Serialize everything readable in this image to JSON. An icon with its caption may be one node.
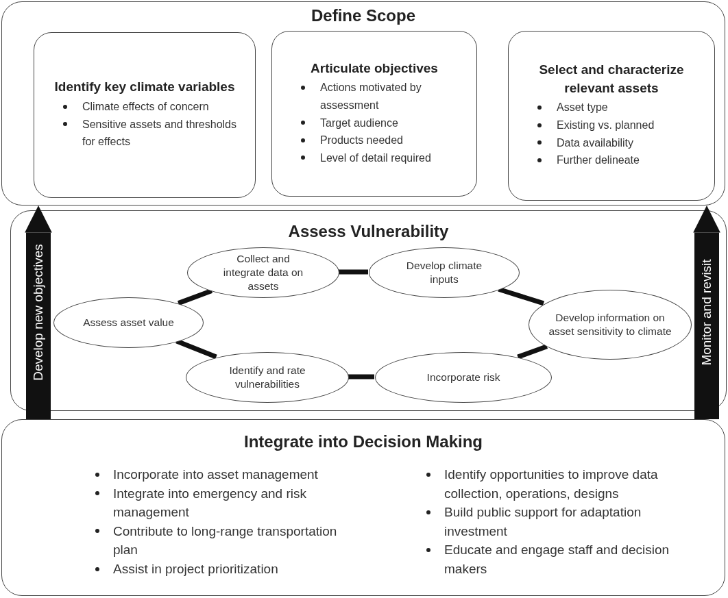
{
  "diagram": {
    "nodes": [
      {
        "text": [
          "Define Scope"
        ]
      },
      {
        "text": [
          "Identify key climate variables",
          "Climate effects of concern",
          "Sensitive assets and thresholds for effects"
        ],
        "in": 0
      },
      {
        "text": [
          "Articulate objectives",
          "Actions motivated by assessment",
          "Target audience",
          "Products needed",
          "Level of detail required"
        ],
        "in": 0
      },
      {
        "text": [
          "Select and characterize relevant assets",
          "Asset type",
          "Existing vs. planned",
          "Data availability",
          "Further delineate"
        ],
        "in": 0
      },
      {
        "text": [
          "Assess Vulnerability"
        ]
      },
      {
        "text": [
          "Collect and integrate data on assets"
        ],
        "in": 4
      },
      {
        "text": [
          "Develop climate inputs"
        ],
        "in": 4
      },
      {
        "text": [
          "Assess asset value"
        ],
        "in": 4
      },
      {
        "text": [
          "Develop information on asset sensitivity to climate"
        ],
        "in": 4
      },
      {
        "text": [
          "Identify and rate vulnerabilities"
        ],
        "in": 4
      },
      {
        "text": [
          "Incorporate risk"
        ],
        "in": 4
      },
      {
        "text": [
          "Integrate into Decision Making",
          "Incorporate into asset management",
          "Integrate into emergency and risk management",
          "Contribute to long-range transportation plan",
          "Assist in project prioritization",
          "Identify opportunities to improve data collection, operations, designs",
          "Build public support for adaptation investment",
          "Educate and engage staff and decision makers"
        ]
      }
    ],
    "edges": [
      {
        "from": 5,
        "to": 6,
        "arrow": "none"
      },
      {
        "from": 6,
        "to": 8,
        "arrow": "none"
      },
      {
        "from": 8,
        "to": 10,
        "arrow": "none"
      },
      {
        "from": 10,
        "to": 9,
        "arrow": "none"
      },
      {
        "from": 9,
        "to": 7,
        "arrow": "none"
      },
      {
        "from": 7,
        "to": 5,
        "arrow": "none"
      },
      {
        "from": 11,
        "to": 0,
        "arrow": "to",
        "style": "thick",
        "label": "Develop new objectives"
      },
      {
        "from": 11,
        "to": 0,
        "arrow": "to",
        "style": "thick",
        "label": "Monitor and revisit"
      }
    ]
  }
}
